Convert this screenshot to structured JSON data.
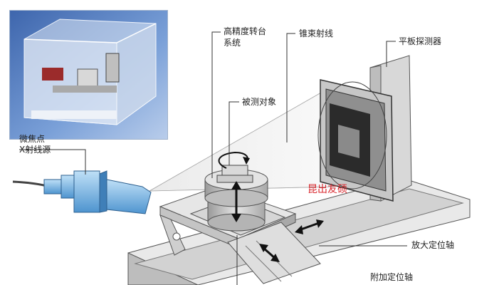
{
  "labels": {
    "turntable": "高精度转台",
    "turntable_line2": "系统",
    "cone_beam": "锥束射线",
    "flat_detector": "平板探测器",
    "test_object": "被测对象",
    "xray_source": "微焦点",
    "xray_source_line2": "X射线源",
    "magnification_axis": "放大定位轴",
    "additional_axis": "附加定位轴",
    "watermark": "昆出友硕"
  },
  "colors": {
    "photo_bg": "#5f86c7",
    "source_blue": "#7eb6e6",
    "metal": "#c9c9c9",
    "dark": "#1a1a1a",
    "watermark_red": "#d8262c"
  },
  "icons": [
    "rotation-arrow-icon",
    "vertical-arrow-icon",
    "horizontal-arrow-icon",
    "diagonal-arrow-icon"
  ]
}
